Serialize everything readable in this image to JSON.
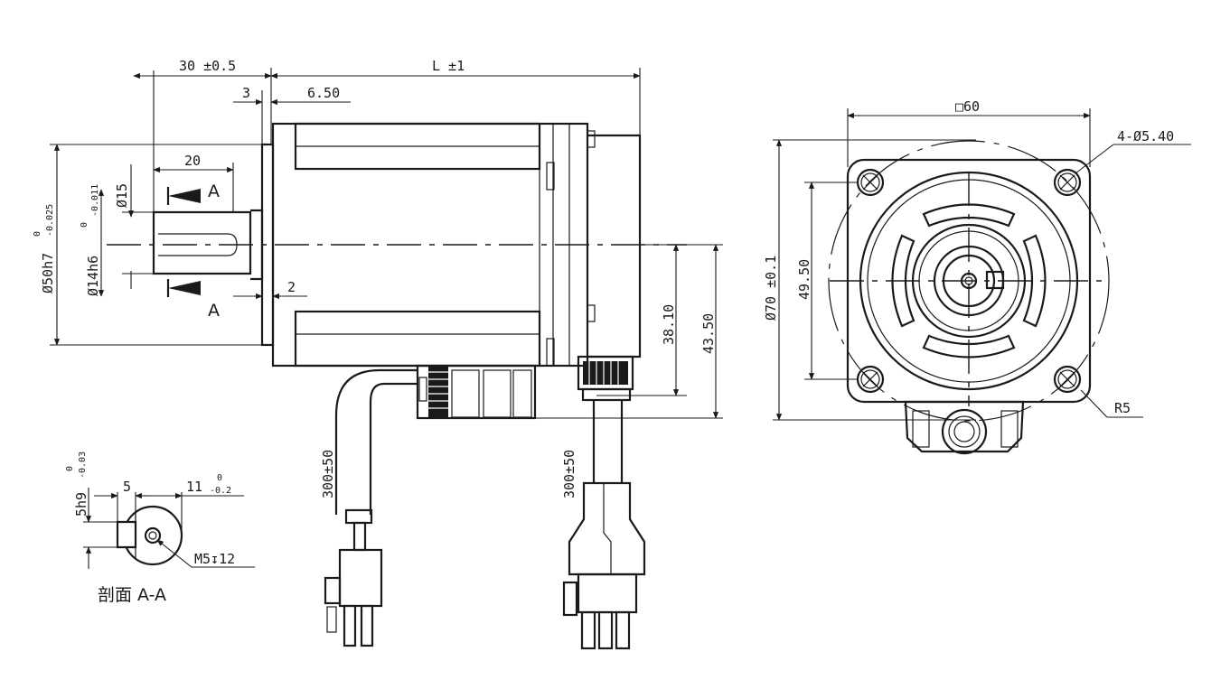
{
  "dimensions": {
    "shaft_length": "30 ±0.5",
    "body_length": "L ±1",
    "flange_3": "3",
    "flange_650": "6.50",
    "shaft_20": "20",
    "key_dia": "Ø15",
    "dia_50": "Ø50h7",
    "tol_50": "(-0.025 0)",
    "tol_50_top": "0",
    "tol_50_bot": "-0.025",
    "dia_14": "Ø14h6",
    "tol_14_top": "0",
    "tol_14_bot": "-0.011",
    "gap_2": "2",
    "h_3810": "38.10",
    "h_4350": "43.50",
    "cable_1": "300±50",
    "cable_2": "300±50",
    "sq60": "□60",
    "holes": "4-Ø5.40",
    "dia_70": "Ø70 ±0.1",
    "pitch": "49.50",
    "radius": "R5",
    "key_5": "5",
    "key_11": "11",
    "key_11_tol_top": "0",
    "key_11_tol_bot": "-0.2",
    "key_5h9": "5h9",
    "key_5h9_tol_top": "0",
    "key_5h9_tol_bot": "-0.03",
    "thread": "M5↧12"
  },
  "section": {
    "marker_top": "A",
    "marker_bottom": "A",
    "caption": "剖面 A-A"
  }
}
